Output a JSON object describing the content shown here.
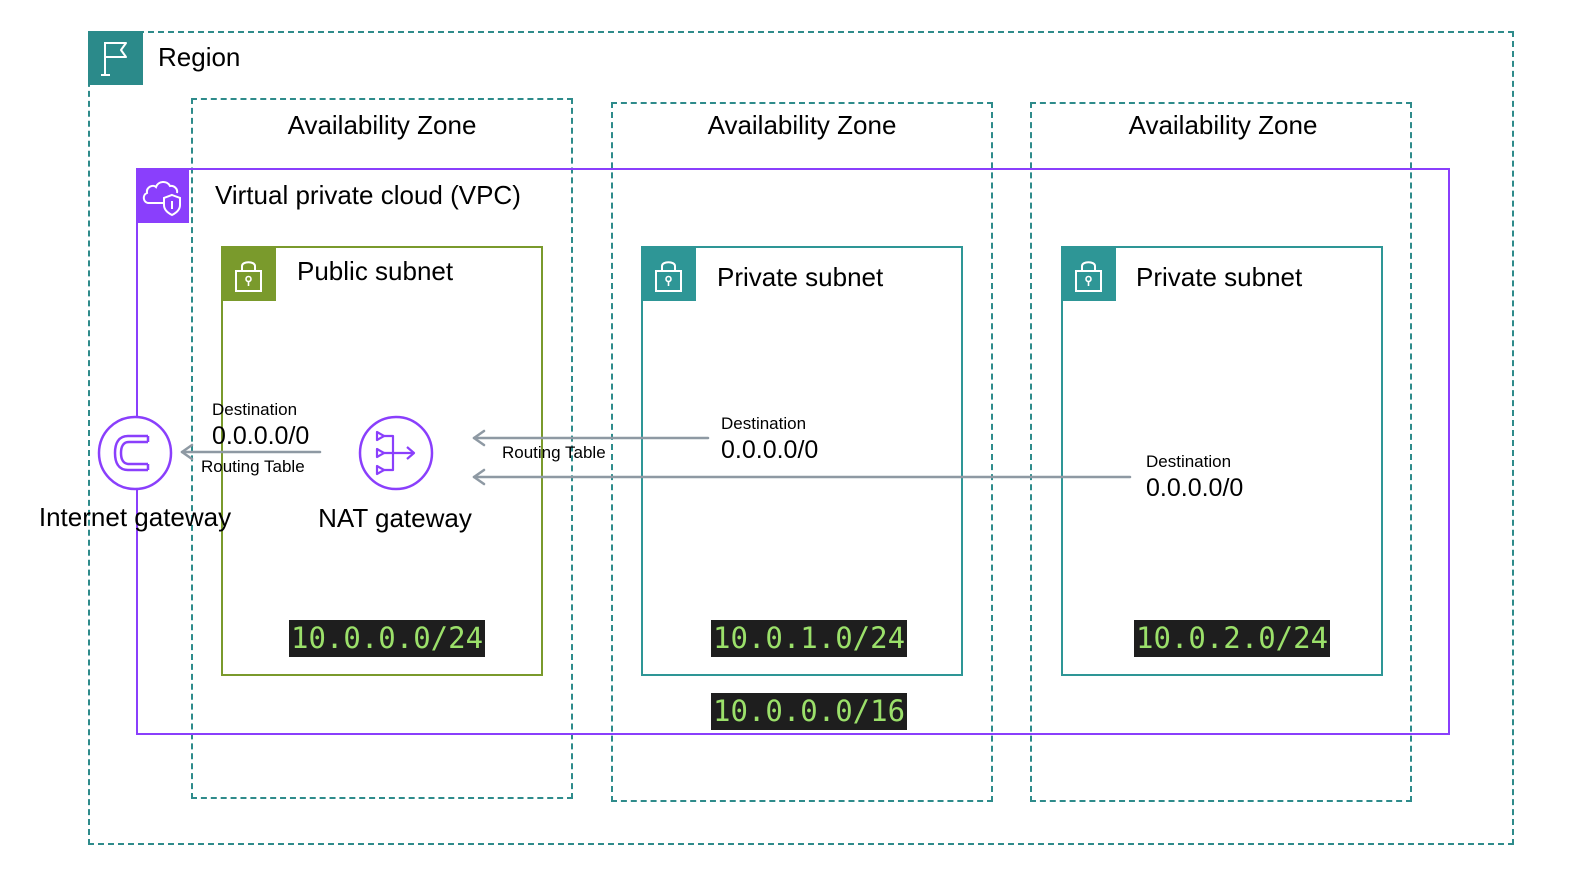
{
  "region": {
    "label": "Region",
    "icon": "flag-icon",
    "color": "#2b8a8a"
  },
  "availability_zones": [
    {
      "label": "Availability Zone"
    },
    {
      "label": "Availability Zone"
    },
    {
      "label": "Availability Zone"
    }
  ],
  "vpc": {
    "label": "Virtual private cloud (VPC)",
    "cidr": "10.0.0.0/16",
    "icon": "cloud-shield-icon",
    "color": "#8a3ffc"
  },
  "subnets": [
    {
      "label": "Public subnet",
      "cidr": "10.0.0.0/24",
      "color": "#7a9a2c",
      "icon": "lock-icon"
    },
    {
      "label": "Private subnet",
      "cidr": "10.0.1.0/24",
      "color": "#2e9696",
      "icon": "lock-icon"
    },
    {
      "label": "Private subnet",
      "cidr": "10.0.2.0/24",
      "color": "#2e9696",
      "icon": "lock-icon"
    }
  ],
  "services": {
    "internet_gateway": {
      "label": "Internet gateway",
      "icon": "internet-gateway-icon"
    },
    "nat_gateway": {
      "label": "NAT gateway",
      "icon": "nat-gateway-icon"
    }
  },
  "routes": {
    "public": {
      "destination_label": "Destination",
      "destination": "0.0.0.0/0",
      "table_label": "Routing Table"
    },
    "private_1": {
      "destination_label": "Destination",
      "destination": "0.0.0.0/0",
      "table_label": "Routing Table"
    },
    "private_2": {
      "destination_label": "Destination",
      "destination": "0.0.0.0/0"
    }
  }
}
